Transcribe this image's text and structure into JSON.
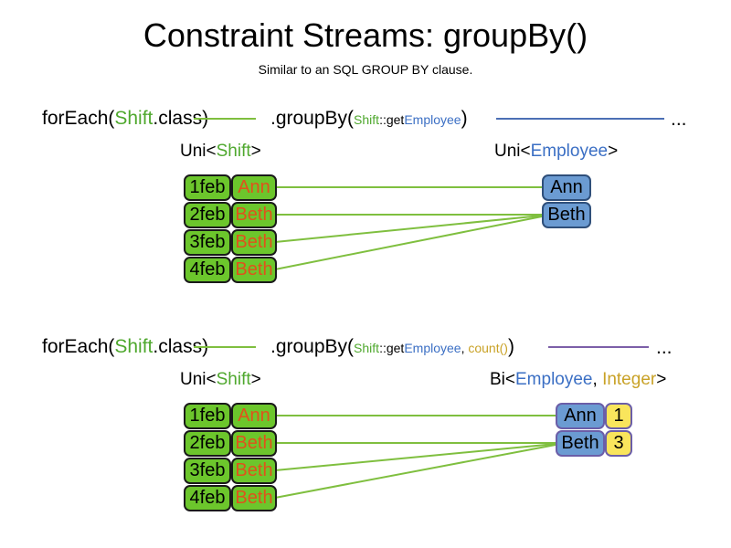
{
  "header": {
    "title": "Constraint Streams: groupBy()",
    "subtitle": "Similar to an SQL GROUP BY clause."
  },
  "colors": {
    "shift_green": "#6CC62C",
    "shift_text_green": "#4FA82E",
    "employee_blue": "#6B9BD2",
    "employee_text_blue": "#3B6FC4",
    "integer_yellow": "#F9E55C",
    "count_text_yellow": "#C9A227",
    "name_orange": "#E0521B",
    "link_green": "#7FBF3F",
    "link_blue": "#4C6FB5",
    "link_purple": "#7C5FA8"
  },
  "sections": [
    {
      "id": "section-one",
      "code": {
        "for_each": "forEach(",
        "for_each_type": "Shift",
        "for_each_suffix": ".class)",
        "group_by": ".groupBy(",
        "mapper_type": "Shift",
        "mapper_sep": "::get",
        "mapper_prop": "Employee",
        "group_by_close": ")",
        "ellipsis": "..."
      },
      "left_label": {
        "prefix": "Uni<",
        "type": "Shift",
        "suffix": ">"
      },
      "right_label": {
        "prefix": "Uni<",
        "type": "Employee",
        "suffix": ">"
      },
      "shifts": [
        {
          "date": "1feb",
          "name": "Ann"
        },
        {
          "date": "2feb",
          "name": "Beth"
        },
        {
          "date": "3feb",
          "name": "Beth"
        },
        {
          "date": "4feb",
          "name": "Beth"
        }
      ],
      "employees": [
        {
          "name": "Ann"
        },
        {
          "name": "Beth"
        }
      ]
    },
    {
      "id": "section-two",
      "code": {
        "for_each": "forEach(",
        "for_each_type": "Shift",
        "for_each_suffix": ".class)",
        "group_by": ".groupBy(",
        "mapper_type": "Shift",
        "mapper_sep": "::get",
        "mapper_prop": "Employee",
        "collector_sep": ", ",
        "collector": "count()",
        "group_by_close": ")",
        "ellipsis": "..."
      },
      "left_label": {
        "prefix": "Uni<",
        "type": "Shift",
        "suffix": ">"
      },
      "right_label": {
        "prefix": "Bi<",
        "type": "Employee",
        "sep": ", ",
        "type2": "Integer",
        "suffix": ">"
      },
      "shifts": [
        {
          "date": "1feb",
          "name": "Ann"
        },
        {
          "date": "2feb",
          "name": "Beth"
        },
        {
          "date": "3feb",
          "name": "Beth"
        },
        {
          "date": "4feb",
          "name": "Beth"
        }
      ],
      "groups": [
        {
          "name": "Ann",
          "count": "1"
        },
        {
          "name": "Beth",
          "count": "3"
        }
      ]
    }
  ]
}
